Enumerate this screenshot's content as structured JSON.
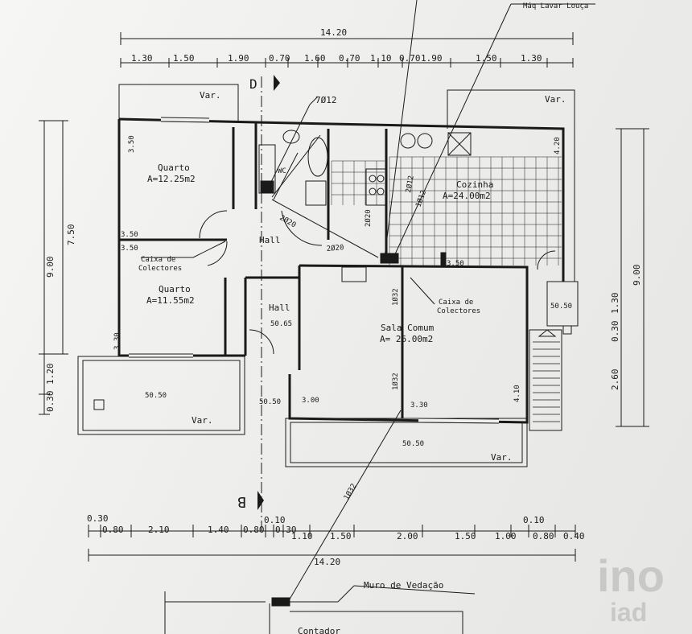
{
  "top_total": "14.20",
  "top_dims": [
    "1.30",
    "1.50",
    "1.90",
    "0.70",
    "1.60",
    "0.70",
    "1.10",
    "0.70",
    "1.90",
    "1.50",
    "1.30"
  ],
  "bottom_total": "14.20",
  "bottom_dims": [
    "0.30",
    "0.80",
    "2.10",
    "1.40",
    "0.80",
    "0.10",
    "0.30",
    "1.10",
    "1.50",
    "2.00",
    "1.50",
    "1.00",
    "0.10",
    "0.80",
    "0.40"
  ],
  "left_dims": [
    "9.00",
    "7.50",
    "1.20",
    "0.30"
  ],
  "right_dims": [
    "9.00",
    "1.30",
    "0.30",
    "2.60"
  ],
  "rooms": {
    "quarto1": {
      "name": "Quarto",
      "area": "A=12.25m2",
      "w": "3.50",
      "h": "3.50"
    },
    "quarto2": {
      "name": "Quarto",
      "area": "A=11.55m2",
      "w": "3.50",
      "h": "3.30"
    },
    "cozinha": {
      "name": "Cozinha",
      "area": "A=24.00m2",
      "w": "3.50",
      "h": "4.20"
    },
    "sala": {
      "name": "Sala Comum",
      "area": "A=  26.00m2",
      "w1": "3.00",
      "w2": "3.30",
      "h": "4.10"
    },
    "hall1": {
      "name": "Hall"
    },
    "hall2": {
      "name": "Hall",
      "code": "50.65"
    }
  },
  "labels": {
    "var": "Var.",
    "maq": "Máq Lavar Louça",
    "caixa1a": "Caixa de",
    "caixa1b": "Colectores",
    "caixa2a": "Caixa de",
    "caixa2b": "Colectores",
    "muro": "Muro de Vedação",
    "contador": "Contador",
    "section_d": "D",
    "section_b": "B",
    "wc": "WC"
  },
  "codes": {
    "c7012": "7Ø12",
    "c2020a": "2Ø20",
    "c2020b": "2Ø20",
    "c2020c": "2Ø20",
    "c2012": "2Ø12",
    "c1012": "1Ø12",
    "c1032a": "1Ø32",
    "c1032b": "1Ø32",
    "c1032c": "1Ø32",
    "c5050a": "50.50",
    "c5050b": "50.50",
    "c5050c": "50.50",
    "c5050d": "50.50"
  },
  "logo": {
    "top": "ino",
    "bottom": "iad"
  }
}
